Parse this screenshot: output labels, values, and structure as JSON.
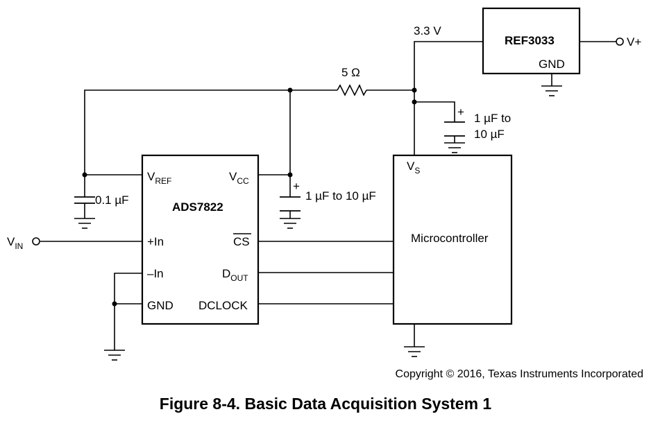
{
  "diagram": {
    "voltage_label": "3.3 V",
    "resistor_label": "5 Ω",
    "reference_chip": {
      "name": "REF3033",
      "gnd_pin": "GND",
      "output_label": "V+"
    },
    "adc_chip": {
      "name": "ADS7822",
      "pins": {
        "vref": "V",
        "vref_sub": "REF",
        "vcc": "V",
        "vcc_sub": "CC",
        "in_plus": "+In",
        "in_minus": "–In",
        "gnd": "GND",
        "cs": "CS",
        "dout": "D",
        "dout_sub": "OUT",
        "dclock": "DCLOCK"
      }
    },
    "microcontroller": {
      "name": "Microcontroller",
      "vs": "V",
      "vs_sub": "S"
    },
    "input_label": {
      "main": "V",
      "sub": "IN"
    },
    "capacitors": {
      "vref_cap": "0.1 µF",
      "vcc_cap": "1 µF to 10 µF",
      "vs_cap_line1": "1 µF to",
      "vs_cap_line2": "10 µF",
      "polarity": "+"
    }
  },
  "copyright": "Copyright © 2016, Texas Instruments Incorporated",
  "caption": "Figure 8-4. Basic Data Acquisition System 1"
}
